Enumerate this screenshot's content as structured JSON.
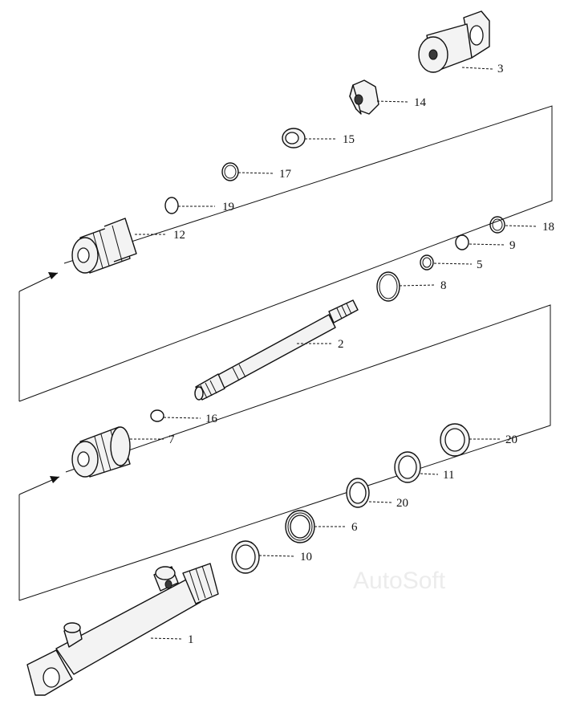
{
  "diagram": {
    "watermark": "AutoSoft",
    "callouts": [
      {
        "id": "p3",
        "label": "3"
      },
      {
        "id": "p14",
        "label": "14"
      },
      {
        "id": "p15",
        "label": "15"
      },
      {
        "id": "p17",
        "label": "17"
      },
      {
        "id": "p19",
        "label": "19"
      },
      {
        "id": "p18",
        "label": "18"
      },
      {
        "id": "p12",
        "label": "12"
      },
      {
        "id": "p9",
        "label": "9"
      },
      {
        "id": "p5",
        "label": "5"
      },
      {
        "id": "p8",
        "label": "8"
      },
      {
        "id": "p2",
        "label": "2"
      },
      {
        "id": "p16",
        "label": "16"
      },
      {
        "id": "p7",
        "label": "7"
      },
      {
        "id": "p20a",
        "label": "20"
      },
      {
        "id": "p11",
        "label": "11"
      },
      {
        "id": "p20b",
        "label": "20"
      },
      {
        "id": "p6",
        "label": "6"
      },
      {
        "id": "p10",
        "label": "10"
      },
      {
        "id": "p1",
        "label": "1"
      }
    ]
  }
}
